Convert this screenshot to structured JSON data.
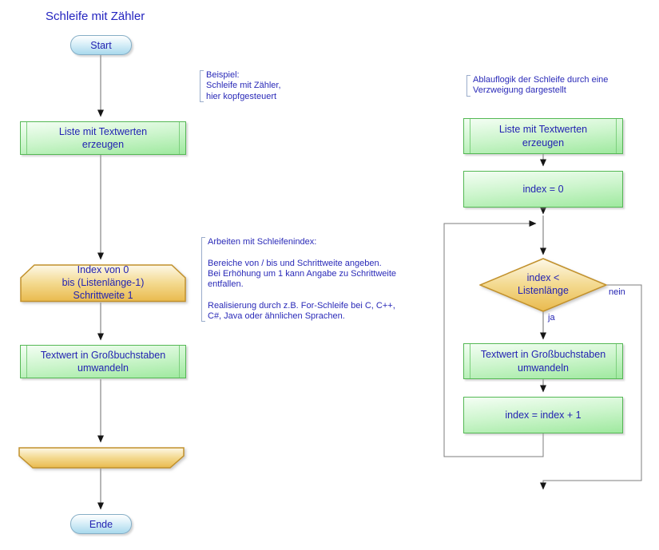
{
  "title": "Schleife mit Zähler",
  "colors": {
    "text_blue": "#2323b2",
    "process_green_border": "#54b854",
    "process_green_fill": "#9fe99f",
    "loop_orange_border": "#c2912c",
    "loop_orange_fill": "#e9ba4e",
    "terminator_blue_fill": "#a9d9ed",
    "connector_gray": "#6e6e6e"
  },
  "left_flow": {
    "start": "Start",
    "create_list": "Liste mit Textwerten\nerzeugen",
    "loop_header": "Index von 0\nbis (Listenlänge-1)\nSchrittweite 1",
    "uppercase": "Textwert in Großbuchstaben\numwandeln",
    "end": "Ende"
  },
  "right_flow": {
    "create_list": "Liste mit Textwerten\nerzeugen",
    "init_index": "index = 0",
    "condition": "index <\nListenlänge",
    "branch_yes": "ja",
    "branch_no": "nein",
    "uppercase": "Textwert in Großbuchstaben\numwandeln",
    "increment": "index = index + 1"
  },
  "comments": {
    "example": "Beispiel:\nSchleife mit Zähler,\nhier kopfgesteuert",
    "loop_index_notes": "Arbeiten mit Schleifenindex:\n\nBereiche von / bis und Schrittweite angeben.\nBei Erhöhung um 1 kann Angabe zu Schrittweite\nentfallen.\n\nRealisierung durch z.B. For-Schleife bei C, C++,\nC#, Java oder ähnlichen Sprachen.",
    "branch_logic": "Ablauflogik der Schleife durch eine\nVerzweigung dargestellt"
  }
}
